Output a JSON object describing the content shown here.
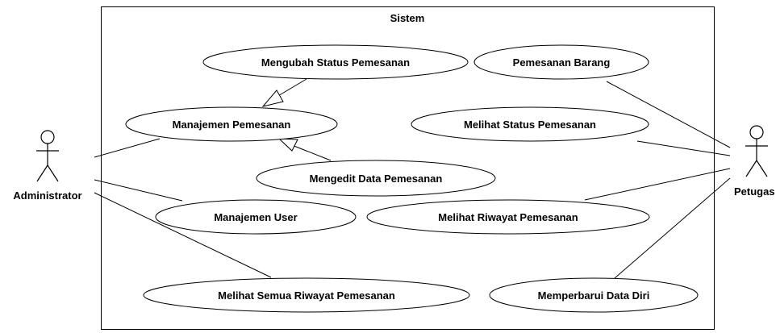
{
  "system": {
    "title": "Sistem"
  },
  "actors": {
    "administrator": "Administrator",
    "petugas": "Petugas"
  },
  "use_cases": {
    "mengubah_status": "Mengubah Status Pemesanan",
    "pemesanan_barang": "Pemesanan Barang",
    "manajemen_pemesanan": "Manajemen Pemesanan",
    "melihat_status": "Melihat Status Pemesanan",
    "mengedit_data": "Mengedit Data Pemesanan",
    "manajemen_user": "Manajemen User",
    "melihat_riwayat": "Melihat Riwayat Pemesanan",
    "melihat_semua_riwayat": "Melihat Semua Riwayat Pemesanan",
    "memperbarui_data": "Memperbarui Data Diri"
  },
  "colors": {
    "stroke": "#000000",
    "background": "#ffffff"
  }
}
